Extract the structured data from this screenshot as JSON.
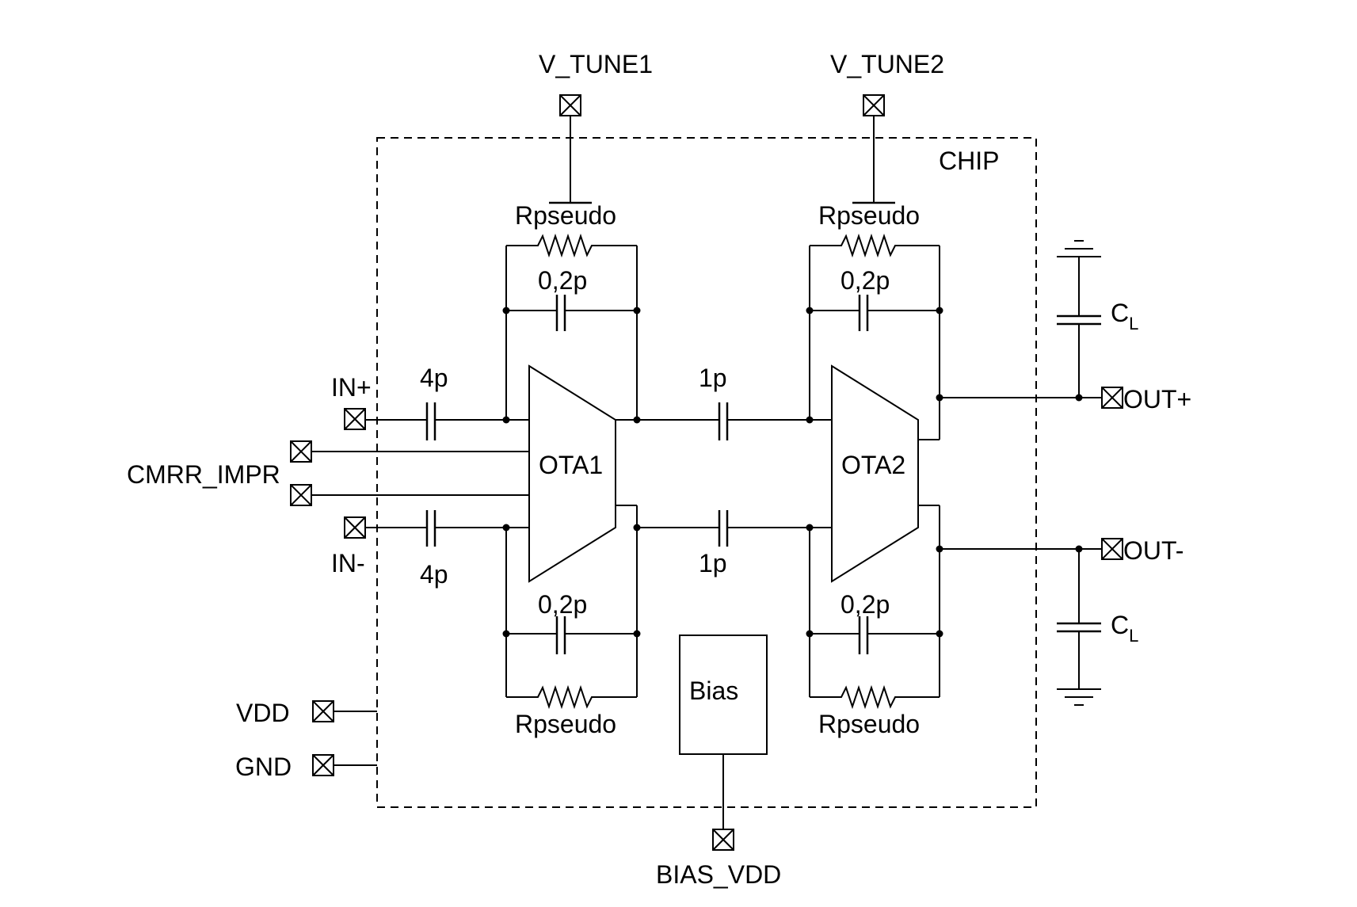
{
  "chip": {
    "label": "CHIP"
  },
  "blocks": {
    "ota1": "OTA1",
    "ota2": "OTA2",
    "bias": "Bias"
  },
  "pins": {
    "v_tune1": "V_TUNE1",
    "v_tune2": "V_TUNE2",
    "in_plus": "IN+",
    "in_minus": "IN-",
    "cmrr": "CMRR_IMPR",
    "vdd": "VDD",
    "gnd": "GND",
    "out_plus": "OUT+",
    "out_minus": "OUT-",
    "bias_vdd": "BIAS_VDD"
  },
  "components": {
    "c_in_top": "4p",
    "c_in_bot": "4p",
    "c_mid_top": "1p",
    "c_mid_bot": "1p",
    "c_fb1_top": "0,2p",
    "c_fb1_bot": "0,2p",
    "c_fb2_top": "0,2p",
    "c_fb2_bot": "0,2p",
    "r_fb1_top": "Rpseudo",
    "r_fb1_bot": "Rpseudo",
    "r_fb2_top": "Rpseudo",
    "r_fb2_bot": "Rpseudo",
    "cl_top": "C",
    "cl_top_sub": "L",
    "cl_bot": "C",
    "cl_bot_sub": "L"
  }
}
